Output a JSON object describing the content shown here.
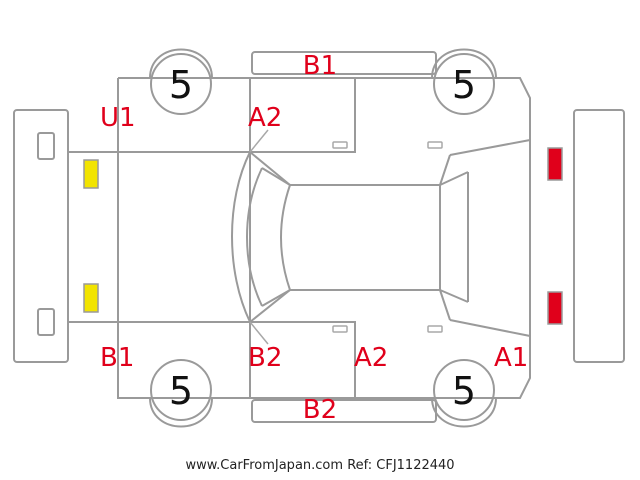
{
  "tires": {
    "front_left": "5",
    "front_right": "5",
    "rear_left": "5",
    "rear_right": "5"
  },
  "damage_labels": {
    "top_panel": "B1",
    "top_left_corner": "U1",
    "top_front_door": "A2",
    "bottom_left_corner": "B1",
    "bottom_front_door": "B2",
    "bottom_rear_door": "A2",
    "bottom_right_corner": "A1",
    "bottom_panel": "B2"
  },
  "colors": {
    "damage_text": "#e0001b",
    "headlight_marker": "#f2e400",
    "taillight_marker": "#e0001b",
    "outline": "#9a9a9a"
  },
  "footer": {
    "site": "www.CarFromJapan.com",
    "ref": "Ref: CFJ1122440"
  }
}
